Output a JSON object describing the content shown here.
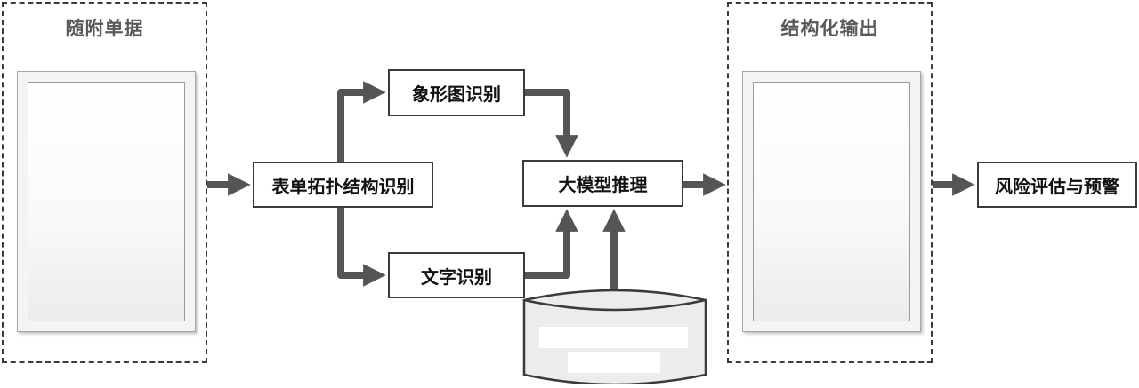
{
  "input_group": {
    "title": "随附单据"
  },
  "output_group": {
    "title": "结构化输出"
  },
  "nodes": {
    "topology": "表单拓扑结构识别",
    "pictogram": "象形图识别",
    "text_recognition": "文字识别",
    "llm_reasoning": "大模型推理",
    "risk_warning": "风险评估与预警"
  },
  "colors": {
    "arrow": "#555555",
    "border": "#3a3a3a",
    "dashed_border": "#3c3c3c",
    "title_text": "#595959"
  }
}
